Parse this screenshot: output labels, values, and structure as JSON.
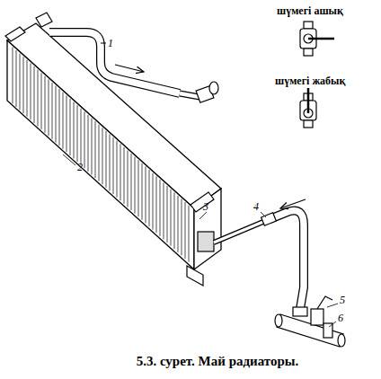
{
  "diagram": {
    "caption": "5.3. сурет. Май радиаторы.",
    "labels": [
      "1",
      "2",
      "3",
      "4",
      "5",
      "6",
      "шүмегі ашық",
      "шүмегі жабық"
    ]
  }
}
